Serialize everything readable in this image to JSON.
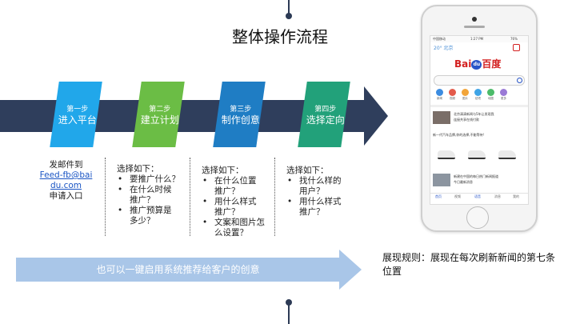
{
  "title": "整体操作流程",
  "steps": [
    {
      "step": "第一步",
      "name": "进入平台"
    },
    {
      "step": "第二步",
      "name": "建立计划"
    },
    {
      "step": "第三步",
      "name": "制作创意"
    },
    {
      "step": "第四步",
      "name": "选择定向"
    }
  ],
  "col1": {
    "line1": "发邮件到",
    "email": "Feed-fb@baidu.com",
    "line3": "申请入口"
  },
  "col2": {
    "intro": "选择如下：",
    "items": [
      "要推广什么？",
      "在什么时候推广？",
      "推广预算是多少？"
    ]
  },
  "col3": {
    "intro": "选择如下：",
    "items": [
      "在什么位置推广？",
      "用什么样式推广？",
      "文案和图片怎么设置？"
    ]
  },
  "col4": {
    "intro": "选择如下：",
    "items": [
      "找什么样的用户？",
      "用什么样式推广？"
    ]
  },
  "bottom_arrow": "也可以一键启用系统推荐给客户的创意",
  "display_rule": "展现规则：展现在每次刷新新闻的第七条位置",
  "phone": {
    "carrier": "中国移动",
    "time": "1:27 PM",
    "battery": "76%",
    "weather": "20° 北京",
    "logo_a": "Bai",
    "logo_b": "du",
    "logo_c": "百度",
    "icons": [
      "新闻",
      "视频",
      "图片",
      "贴吧",
      "地图",
      "更多"
    ],
    "news1": [
      "北京清清新闻与5年让发现我",
      "连接共享在线付款"
    ],
    "news2": "新一代汽车品牌,你的选择,不能等待!",
    "news3": [
      "新建在中国的每日热门新闻报道",
      "今日最新消息"
    ],
    "tabs": [
      "首页",
      "视频",
      "语音",
      "消息",
      "我的"
    ]
  },
  "colors": {
    "step1": "#21a7ea",
    "step2": "#6bbd45",
    "step3": "#1f7dc4",
    "step4": "#22a17a",
    "arrow": "#2f3e5c",
    "bottom_arrow": "#a9c6e8",
    "baidu_red": "#d31f1f",
    "baidu_blue": "#2855c8"
  }
}
